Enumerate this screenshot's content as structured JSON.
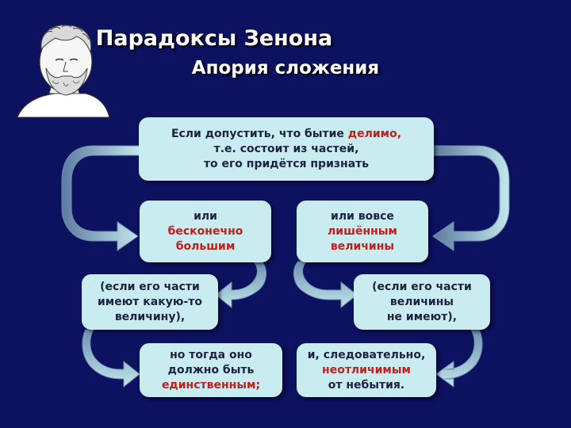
{
  "slide": {
    "title": "Парадоксы Зенона",
    "subtitle": "Апория сложения",
    "portrait_icon": "philosopher-bust-icon"
  },
  "boxes": {
    "top": {
      "line1_a": "Если допустить, что бытие ",
      "line1_b": "делимо,",
      "line2": "т.е. состоит из частей,",
      "line3": "то его придётся признать"
    },
    "left_1": {
      "line1": "или",
      "line2": "бесконечно",
      "line3": "большим"
    },
    "right_1": {
      "line1": "или вовсе",
      "line2": "лишённым",
      "line3": "величины"
    },
    "left_2": {
      "line1": "(если его части",
      "line2": "имеют какую-то",
      "line3": "величину),"
    },
    "right_2": {
      "line1": "(если его части",
      "line2": "величины",
      "line3": "не имеют),"
    },
    "left_3": {
      "line1": "но тогда оно",
      "line2": "должно быть",
      "line3": "единственным;"
    },
    "right_3": {
      "line1": "и, следовательно,",
      "line2": "неотличимым",
      "line3": "от небытия."
    }
  },
  "colors": {
    "background": "#0c1160",
    "box_fill": "#c9ecf0",
    "text": "#1d2240",
    "accent_red": "#c0201c",
    "arrow_fill": "#a7d7dc"
  }
}
